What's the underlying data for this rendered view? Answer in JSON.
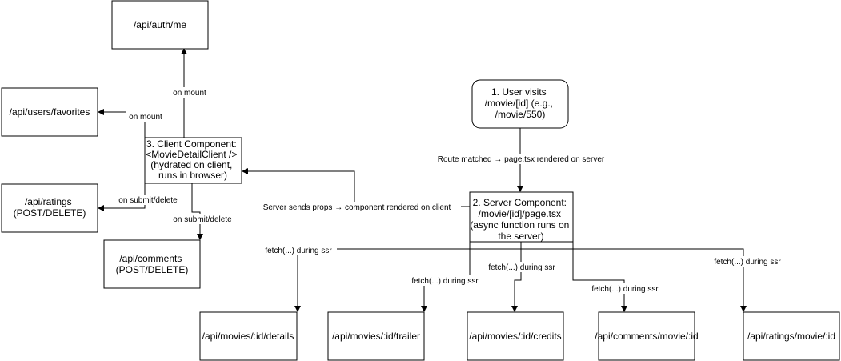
{
  "diagram": {
    "nodes": {
      "auth_me": {
        "lines": [
          "/api/auth/me"
        ]
      },
      "users_favorites": {
        "lines": [
          "/api/users/favorites"
        ]
      },
      "ratings_post": {
        "lines": [
          "/api/ratings",
          "(POST/DELETE)"
        ]
      },
      "comments_post": {
        "lines": [
          "/api/comments",
          "(POST/DELETE)"
        ]
      },
      "client_component": {
        "lines": [
          "3. Client Component:",
          "<MovieDetailClient />",
          "(hydrated on client,",
          "runs in browser)"
        ]
      },
      "user_visits": {
        "lines": [
          "1. User visits",
          "/movie/[id] (e.g.,",
          "/movie/550)"
        ]
      },
      "server_component": {
        "lines": [
          "2. Server Component:",
          "/movie/[id]/page.tsx",
          "(async function runs on",
          "the server)"
        ]
      },
      "movies_details": {
        "lines": [
          "/api/movies/:id/details"
        ]
      },
      "movies_trailer": {
        "lines": [
          "/api/movies/:id/trailer"
        ]
      },
      "movies_credits": {
        "lines": [
          "/api/movies/:id/credits"
        ]
      },
      "comments_movie": {
        "lines": [
          "/api/comments/movie/:id"
        ]
      },
      "ratings_movie": {
        "lines": [
          "/api/ratings/movie/:id"
        ]
      }
    },
    "edge_labels": {
      "on_mount_auth": "on mount",
      "on_mount_favorites": "on mount",
      "on_submit_ratings": "on submit/delete",
      "on_submit_comments": "on submit/delete",
      "route_matched": "Route matched → page.tsx rendered on server",
      "server_sends_props": "Server sends props → component rendered on client",
      "fetch_details": "fetch(...) during ssr",
      "fetch_trailer": "fetch(...) during ssr",
      "fetch_credits": "fetch(...) during ssr",
      "fetch_comments": "fetch(...) during ssr",
      "fetch_ratings": "fetch(...) during ssr"
    }
  }
}
